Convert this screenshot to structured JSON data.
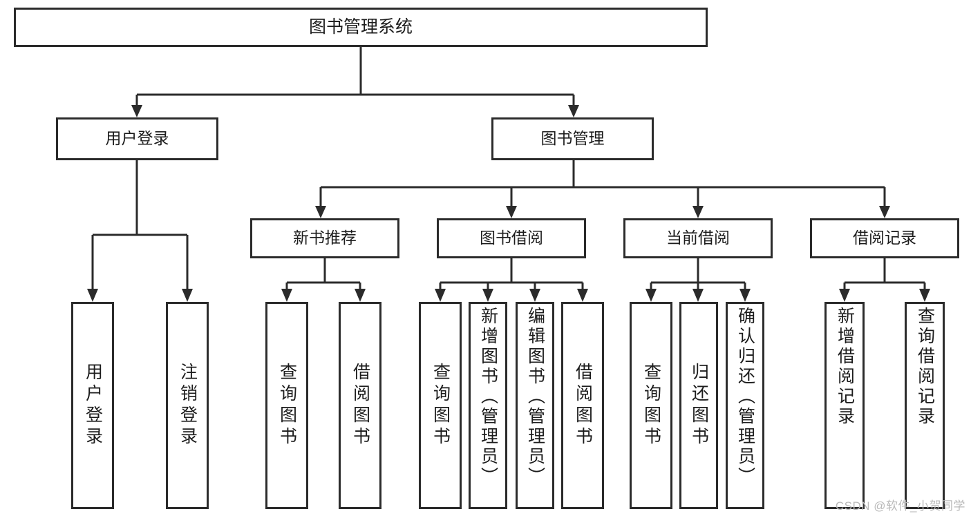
{
  "diagram": {
    "type": "tree",
    "title": "图书管理系统",
    "root": {
      "label": "图书管理系统"
    },
    "level2": [
      {
        "label": "用户登录"
      },
      {
        "label": "图书管理"
      }
    ],
    "level3": [
      {
        "label": "新书推荐"
      },
      {
        "label": "图书借阅"
      },
      {
        "label": "当前借阅"
      },
      {
        "label": "借阅记录"
      }
    ],
    "leaves": {
      "user_login": [
        {
          "label": "用户登录"
        },
        {
          "label": "注销登录"
        }
      ],
      "new_book_recommend": [
        {
          "label": "查询图书"
        },
        {
          "label": "借阅图书"
        }
      ],
      "book_borrow": [
        {
          "label": "查询图书"
        },
        {
          "label": "新增图书（管理员）"
        },
        {
          "label": "编辑图书（管理员）"
        },
        {
          "label": "借阅图书"
        }
      ],
      "current_borrow": [
        {
          "label": "查询图书"
        },
        {
          "label": "归还图书"
        },
        {
          "label": "确认归还（管理员）"
        }
      ],
      "borrow_record": [
        {
          "label": "新增借阅记录"
        },
        {
          "label": "查询借阅记录"
        }
      ]
    }
  },
  "watermark": {
    "text": "CSDN @软件_小贺同学"
  },
  "colors": {
    "stroke": "#2b2b2b",
    "box_fill": "#ffffff",
    "text": "#1c1c1c",
    "watermark": "#b9b9b9",
    "background": "#ffffff"
  }
}
